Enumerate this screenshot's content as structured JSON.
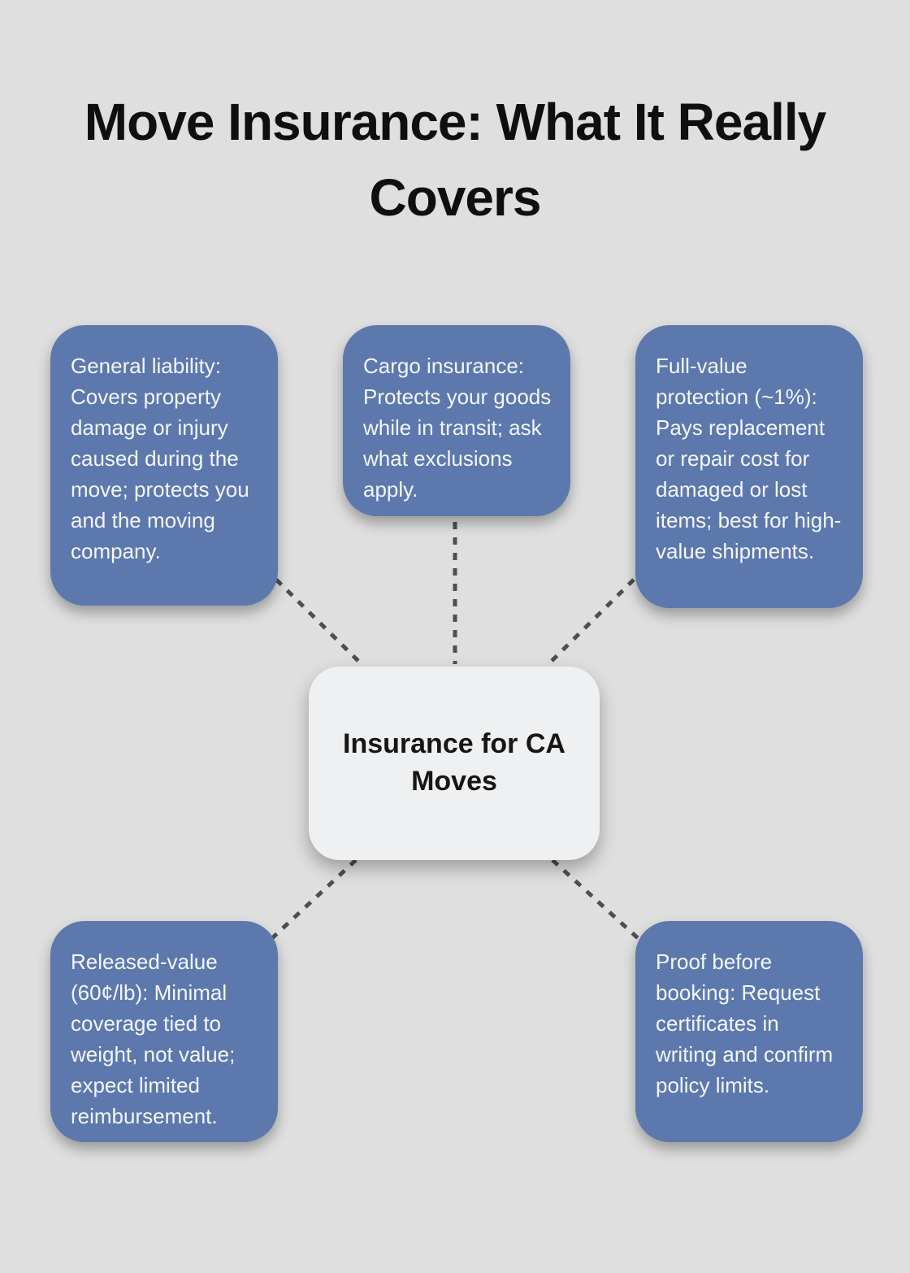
{
  "title": "Move Insurance: What It Really Covers",
  "center": {
    "label": "Insurance for CA Moves"
  },
  "nodes": [
    {
      "id": "general-liability",
      "text": "General liability: Covers property damage or injury caused during the move; protects you and the moving company."
    },
    {
      "id": "cargo-insurance",
      "text": "Cargo insurance: Protects your goods while in transit; ask what exclusions apply."
    },
    {
      "id": "full-value-protection",
      "text": "Full-value protection (~1%): Pays replacement or repair cost for damaged or lost items; best for high-value shipments."
    },
    {
      "id": "released-value",
      "text": "Released-value (60¢/lb): Minimal coverage tied to weight, not value; expect limited reimbursement."
    },
    {
      "id": "proof-before-booking",
      "text": "Proof before booking: Request certificates in writing and confirm policy limits."
    }
  ],
  "connections": [
    {
      "from": "general-liability",
      "to": "center"
    },
    {
      "from": "cargo-insurance",
      "to": "center"
    },
    {
      "from": "full-value-protection",
      "to": "center"
    },
    {
      "from": "released-value",
      "to": "center"
    },
    {
      "from": "proof-before-booking",
      "to": "center"
    }
  ],
  "colors": {
    "background": "#dedfde",
    "node_fill": "#5d78ac",
    "node_text": "#f4f6fa",
    "center_fill": "#eff0f2",
    "center_text": "#161616",
    "connector": "#4e4e4e",
    "title_text": "#0f0f0f"
  }
}
